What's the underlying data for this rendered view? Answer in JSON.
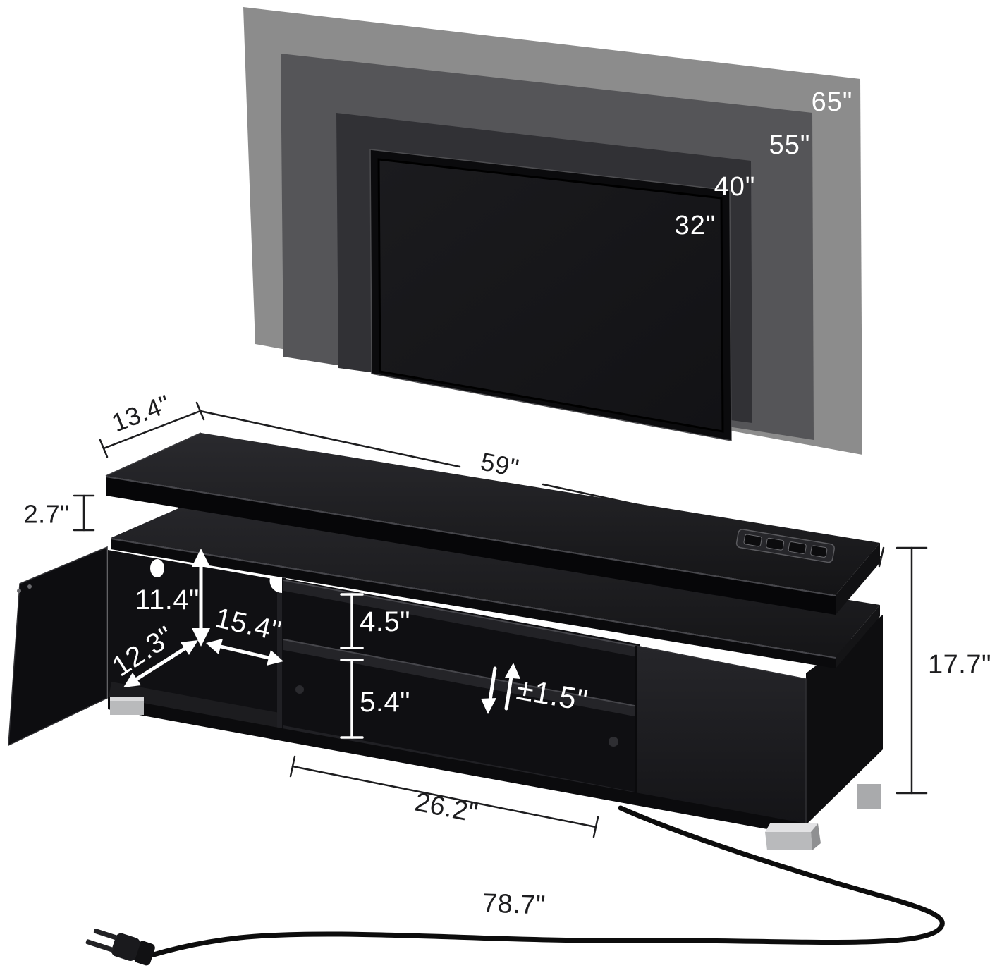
{
  "title": "TV stand dimension diagram",
  "tv_compat": {
    "sizes": [
      {
        "label": "65\""
      },
      {
        "label": "55\""
      },
      {
        "label": "40\""
      },
      {
        "label": "32\""
      }
    ]
  },
  "dimensions": {
    "top_depth": "13.4\"",
    "top_width": "59\"",
    "top_thickness_gap": "2.7\"",
    "cabinet_inner_height": "11.4\"",
    "cabinet_inner_depth": "12.3\"",
    "cabinet_inner_width": "15.4\"",
    "shelf_gap_upper": "4.5\"",
    "shelf_gap_lower": "5.4\"",
    "shelf_adjustable_range": "±1.5\"",
    "open_shelf_width": "26.2\"",
    "total_height": "17.7\"",
    "power_cord_length": "78.7\""
  },
  "icons": {
    "adjustable_shelf": "up-down-arrows-icon",
    "power_strip": "power-strip-icon",
    "power_plug": "power-plug-icon",
    "cable_hole": "cable-hole-icon"
  },
  "colors": {
    "tv_65": "#8c8c8c",
    "tv_55": "#555558",
    "tv_40": "#313135",
    "tv_bezel": "#0b0b0d",
    "tv_screen": "#19191c",
    "stand_black": "#1b1b1e",
    "foot_silver": "#b9babc",
    "dim_line_black": "#1d1d1f",
    "dim_label_white": "#ffffff",
    "background": "#ffffff"
  }
}
